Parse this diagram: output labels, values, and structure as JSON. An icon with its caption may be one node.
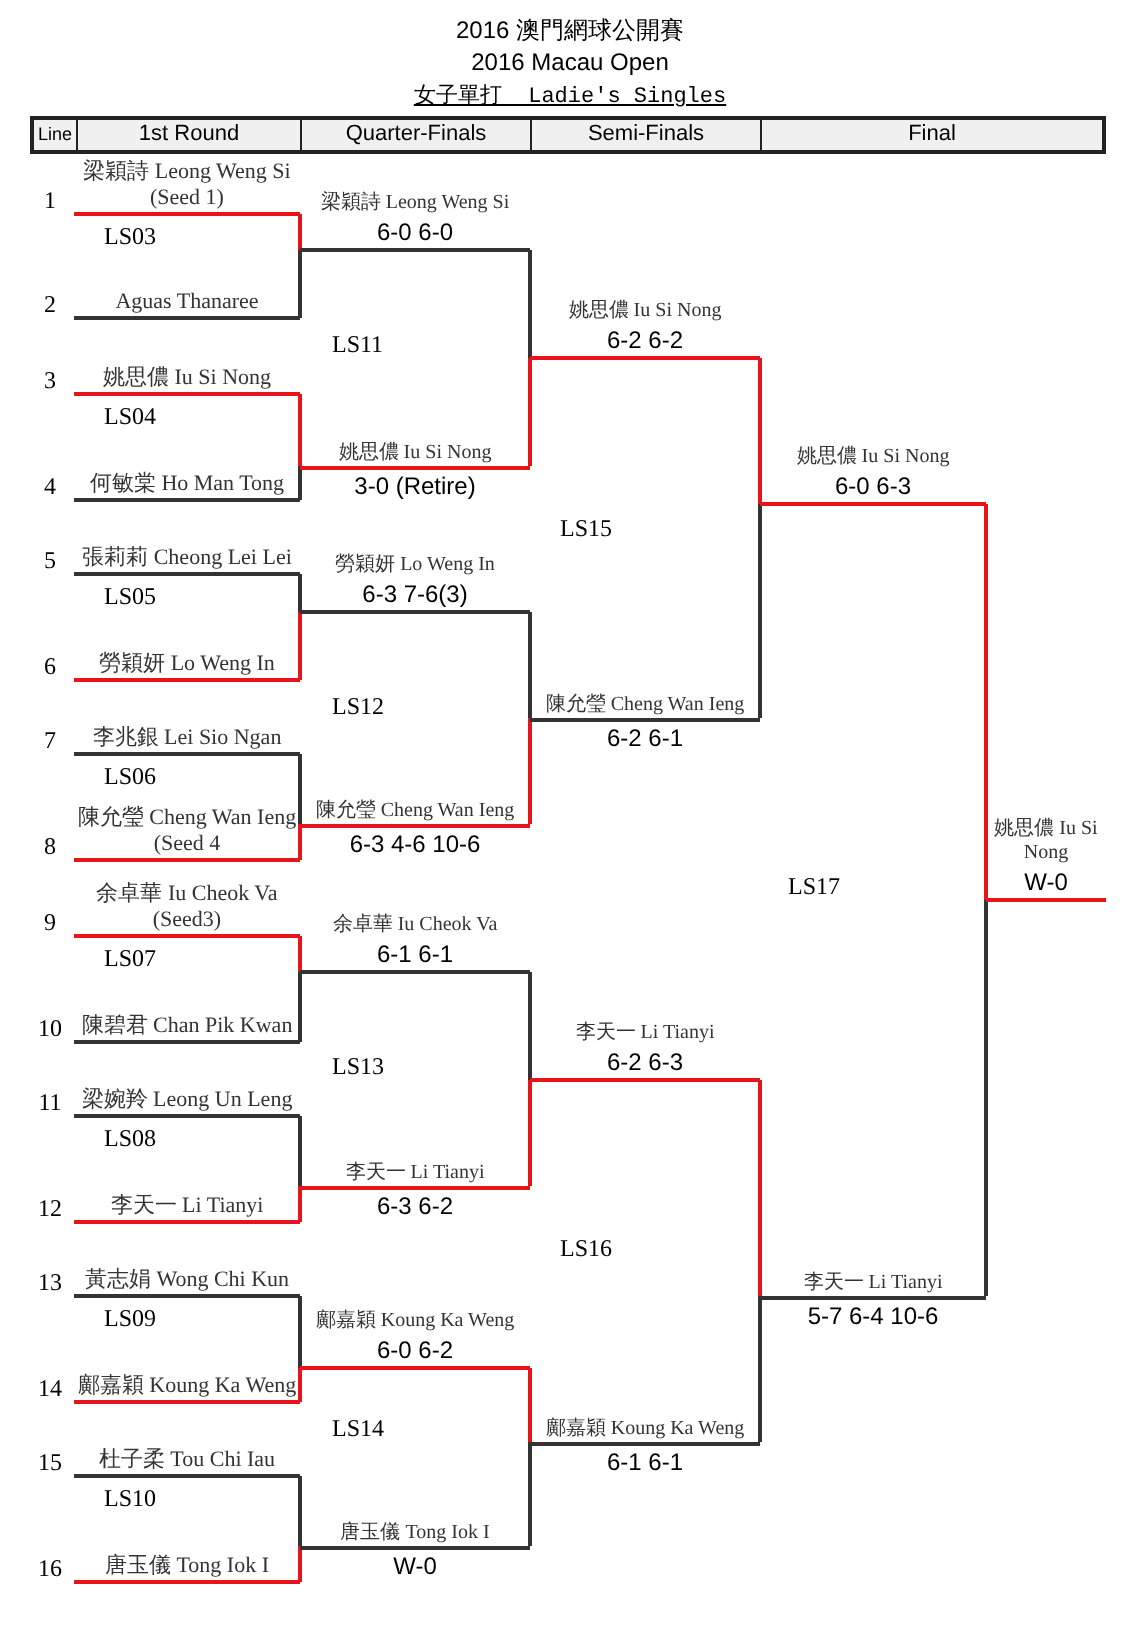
{
  "diagram": {
    "title": "2016 澳門網球公開賽",
    "nodes": [
      {
        "text": [
          "梁穎詩 Leong Weng Si (Seed 1)"
        ]
      },
      {
        "text": [
          "Aguas Thanaree"
        ]
      },
      {
        "text": [
          "姚思儂 Iu Si Nong"
        ]
      },
      {
        "text": [
          "何敏棠 Ho Man Tong"
        ]
      },
      {
        "text": [
          "張莉莉 Cheong Lei Lei"
        ]
      },
      {
        "text": [
          "勞穎妍 Lo Weng In"
        ]
      },
      {
        "text": [
          "李兆銀 Lei Sio Ngan"
        ]
      },
      {
        "text": [
          "陳允瑩 Cheng Wan Ieng (Seed 4"
        ]
      },
      {
        "text": [
          "余卓華  Iu Cheok Va (Seed3)"
        ]
      },
      {
        "text": [
          "陳碧君 Chan Pik Kwan"
        ]
      },
      {
        "text": [
          "梁婉羚 Leong Un Leng"
        ]
      },
      {
        "text": [
          "李天一 Li Tianyi"
        ]
      },
      {
        "text": [
          "黃志娟 Wong Chi Kun"
        ]
      },
      {
        "text": [
          "鄺嘉穎 Koung Ka Weng"
        ]
      },
      {
        "text": [
          "杜子柔 Tou Chi Iau"
        ]
      },
      {
        "text": [
          "唐玉儀 Tong Iok I"
        ]
      },
      {
        "text": [
          "梁穎詩 Leong Weng Si",
          "6-0 6-0"
        ]
      },
      {
        "text": [
          "姚思儂 Iu Si Nong",
          "3-0 (Retire)"
        ]
      },
      {
        "text": [
          "勞穎妍 Lo Weng In",
          "6-3 7-6(3)"
        ]
      },
      {
        "text": [
          "陳允瑩 Cheng Wan Ieng",
          "6-3 4-6 10-6"
        ]
      },
      {
        "text": [
          "余卓華  Iu Cheok Va",
          "6-1 6-1"
        ]
      },
      {
        "text": [
          "李天一 Li Tianyi",
          "6-3 6-2"
        ]
      },
      {
        "text": [
          "鄺嘉穎 Koung Ka Weng",
          "6-0 6-2"
        ]
      },
      {
        "text": [
          "唐玉儀 Tong Iok I",
          "W-0"
        ]
      },
      {
        "text": [
          "姚思儂 Iu Si Nong",
          "6-2 6-2"
        ]
      },
      {
        "text": [
          "陳允瑩 Cheng Wan Ieng",
          "6-2 6-1"
        ]
      },
      {
        "text": [
          "李天一 Li Tianyi",
          "6-2 6-3"
        ]
      },
      {
        "text": [
          "鄺嘉穎 Koung Ka Weng",
          "6-1 6-1"
        ]
      },
      {
        "text": [
          "姚思儂 Iu Si Nong",
          "6-0 6-3"
        ]
      },
      {
        "text": [
          "李天一 Li Tianyi",
          "5-7 6-4 10-6"
        ]
      },
      {
        "text": [
          "姚思儂 Iu Si Nong",
          "W-0"
        ]
      }
    ],
    "edges": [
      {
        "from": 0,
        "to": 16,
        "arrow": "none",
        "color": "#e8141b"
      },
      {
        "from": 1,
        "to": 16,
        "arrow": "none",
        "color": "#333333"
      },
      {
        "from": 2,
        "to": 17,
        "arrow": "none",
        "color": "#e8141b"
      },
      {
        "from": 3,
        "to": 17,
        "arrow": "none",
        "color": "#333333"
      },
      {
        "from": 4,
        "to": 18,
        "arrow": "none",
        "color": "#333333"
      },
      {
        "from": 5,
        "to": 18,
        "arrow": "none",
        "color": "#e8141b"
      },
      {
        "from": 6,
        "to": 19,
        "arrow": "none",
        "color": "#333333"
      },
      {
        "from": 7,
        "to": 19,
        "arrow": "none",
        "color": "#e8141b"
      },
      {
        "from": 8,
        "to": 20,
        "arrow": "none",
        "color": "#e8141b"
      },
      {
        "from": 9,
        "to": 20,
        "arrow": "none",
        "color": "#333333"
      },
      {
        "from": 10,
        "to": 21,
        "arrow": "none",
        "color": "#333333"
      },
      {
        "from": 11,
        "to": 21,
        "arrow": "none",
        "color": "#e8141b"
      },
      {
        "from": 12,
        "to": 22,
        "arrow": "none",
        "color": "#333333"
      },
      {
        "from": 13,
        "to": 22,
        "arrow": "none",
        "color": "#e8141b"
      },
      {
        "from": 14,
        "to": 23,
        "arrow": "none",
        "color": "#333333"
      },
      {
        "from": 15,
        "to": 23,
        "arrow": "none",
        "color": "#e8141b"
      },
      {
        "from": 16,
        "to": 24,
        "arrow": "none",
        "color": "#333333"
      },
      {
        "from": 17,
        "to": 24,
        "arrow": "none",
        "color": "#e8141b"
      },
      {
        "from": 18,
        "to": 25,
        "arrow": "none",
        "color": "#333333"
      },
      {
        "from": 19,
        "to": 25,
        "arrow": "none",
        "color": "#e8141b"
      },
      {
        "from": 20,
        "to": 26,
        "arrow": "none",
        "color": "#333333"
      },
      {
        "from": 21,
        "to": 26,
        "arrow": "none",
        "color": "#e8141b"
      },
      {
        "from": 22,
        "to": 27,
        "arrow": "none",
        "color": "#e8141b"
      },
      {
        "from": 23,
        "to": 27,
        "arrow": "none",
        "color": "#333333"
      },
      {
        "from": 24,
        "to": 28,
        "arrow": "none",
        "color": "#e8141b"
      },
      {
        "from": 25,
        "to": 28,
        "arrow": "none",
        "color": "#333333"
      },
      {
        "from": 26,
        "to": 29,
        "arrow": "none",
        "color": "#e8141b"
      },
      {
        "from": 27,
        "to": 29,
        "arrow": "none",
        "color": "#333333"
      },
      {
        "from": 28,
        "to": 30,
        "arrow": "none",
        "color": "#e8141b"
      },
      {
        "from": 29,
        "to": 30,
        "arrow": "none",
        "color": "#333333"
      }
    ],
    "labels": [
      "2016 Macau Open",
      "女子單打  Ladie's Singles",
      "Line",
      "1st Round",
      "Quarter-Finals",
      "Semi-Finals",
      "Final",
      "1",
      "2",
      "3",
      "4",
      "5",
      "6",
      "7",
      "8",
      "9",
      "10",
      "11",
      "12",
      "13",
      "14",
      "15",
      "16",
      "LS03",
      "LS04",
      "LS05",
      "LS06",
      "LS07",
      "LS08",
      "LS09",
      "LS10",
      "LS11",
      "LS12",
      "LS13",
      "LS14",
      "LS15",
      "LS16",
      "LS17"
    ]
  }
}
